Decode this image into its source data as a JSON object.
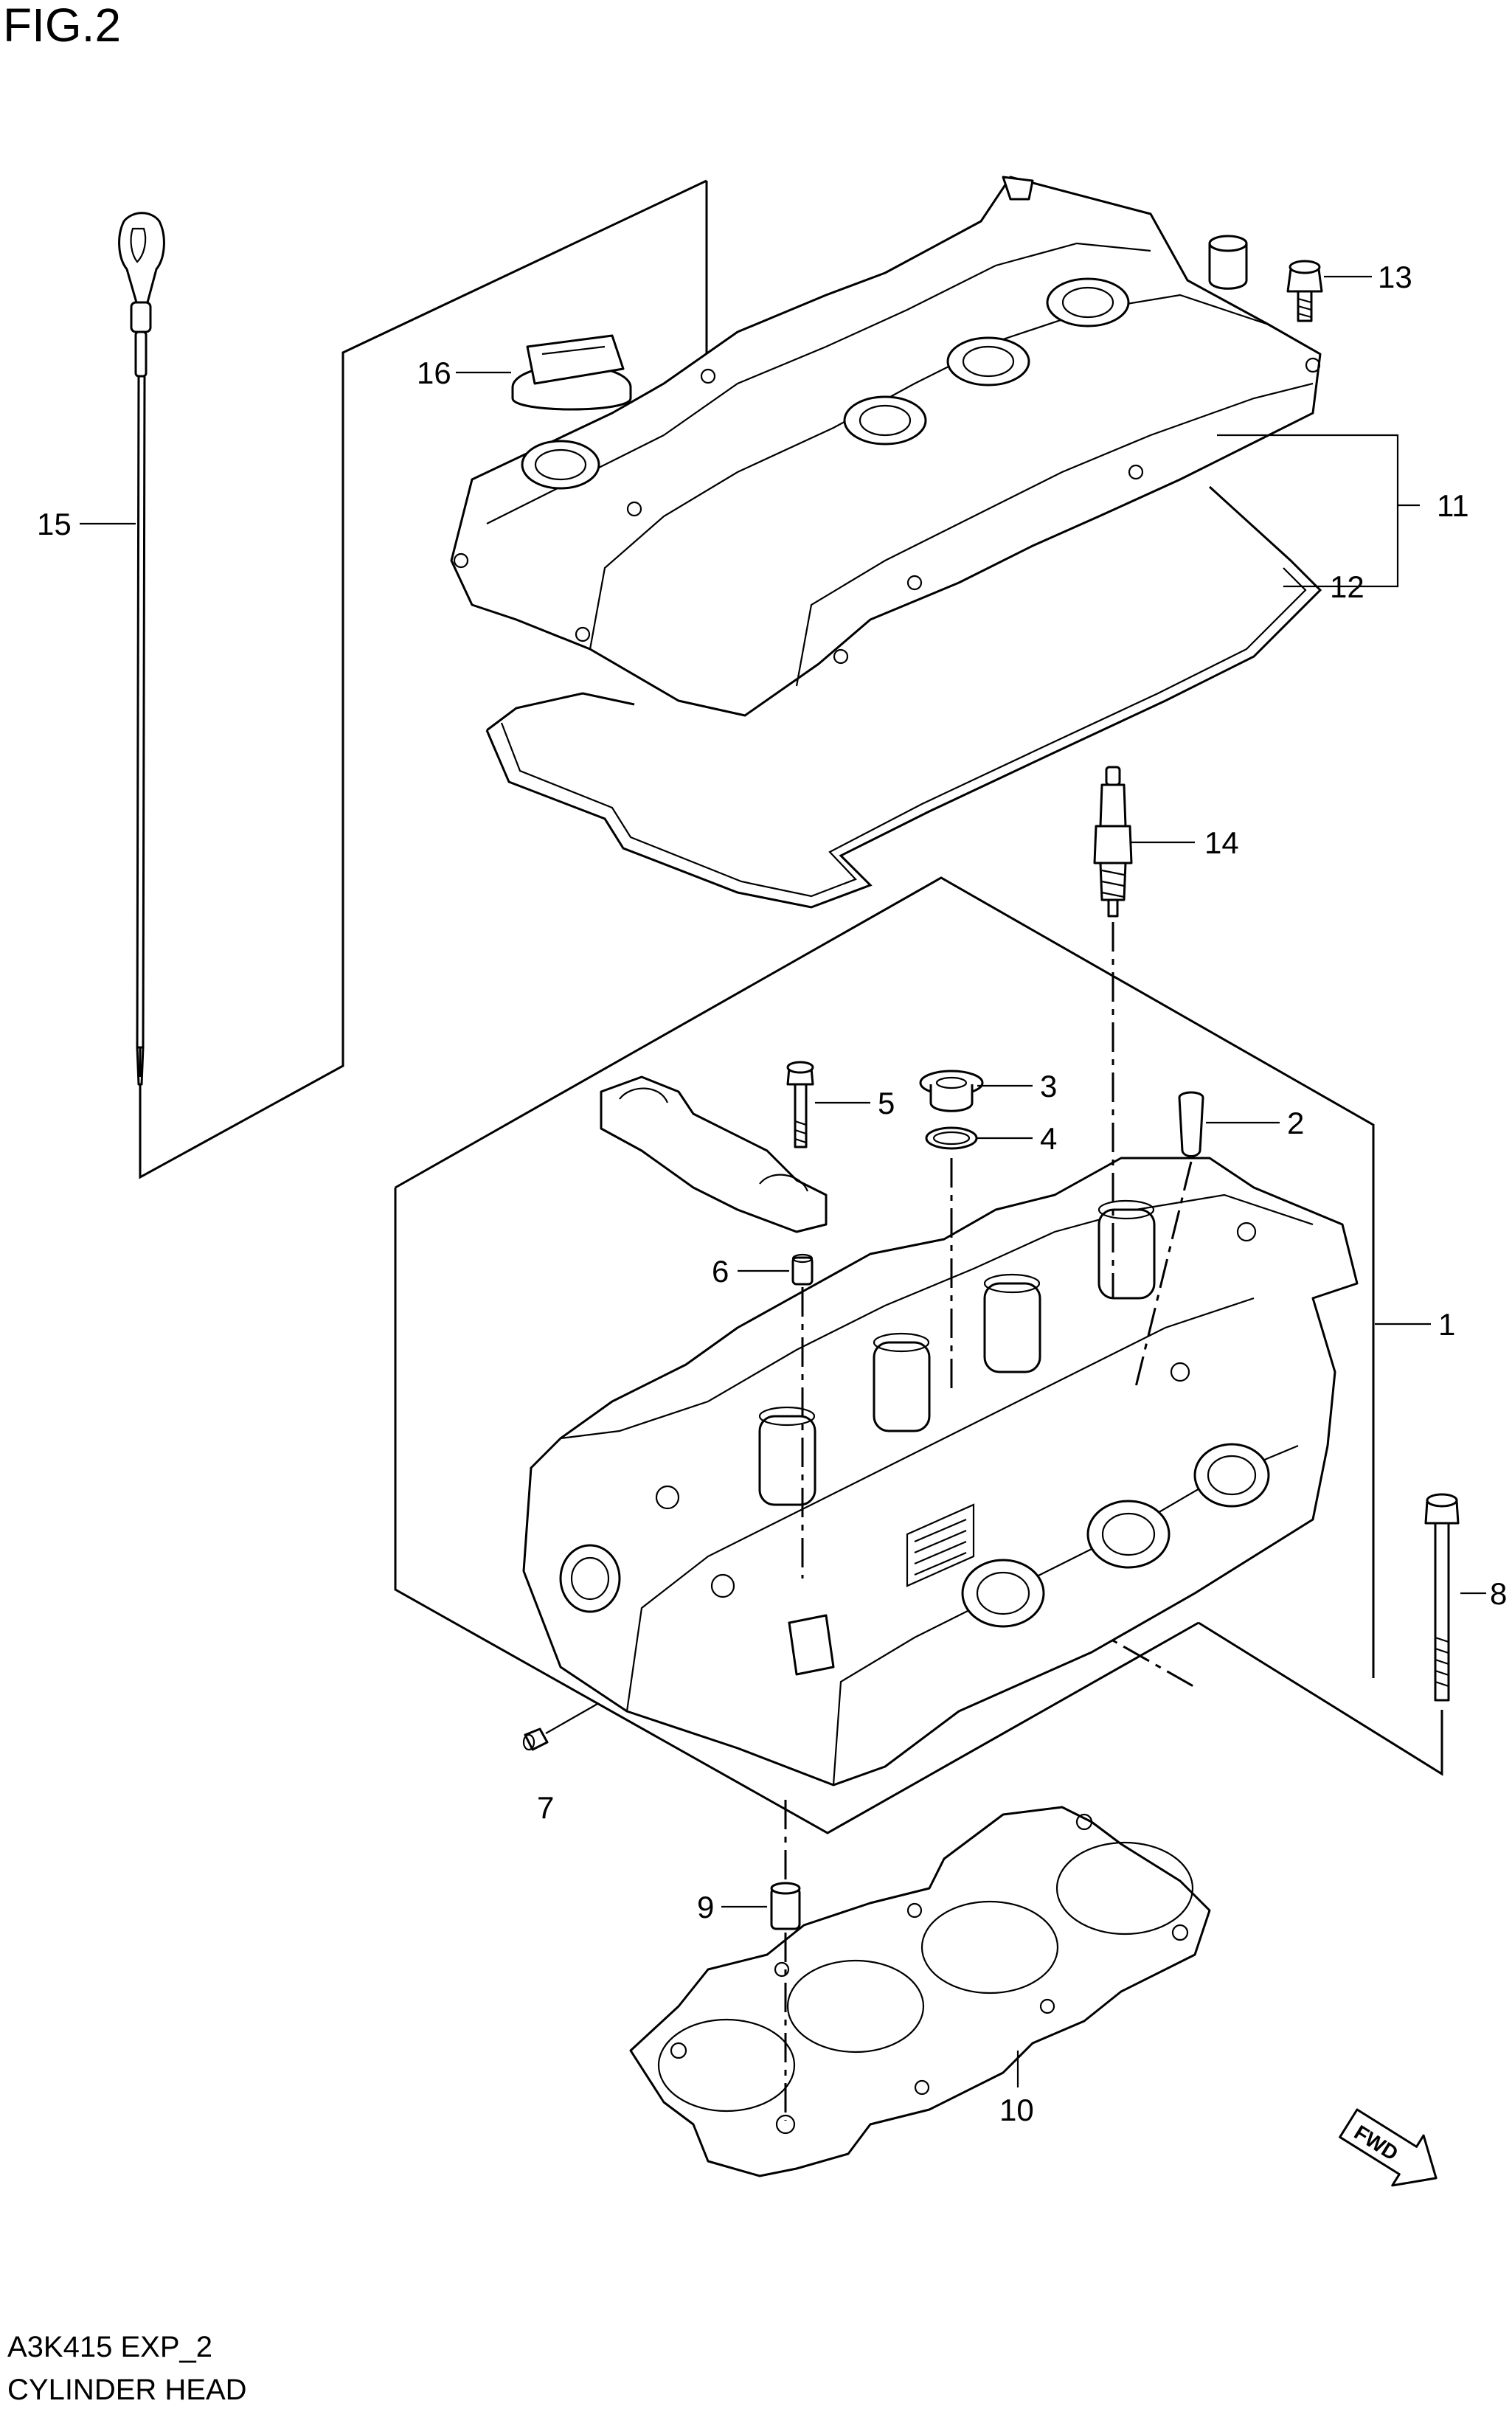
{
  "figure": {
    "title": "FIG.2",
    "code": "A3K415 EXP_2",
    "name": "CYLINDER HEAD"
  },
  "callouts": [
    {
      "id": "1",
      "label": "1"
    },
    {
      "id": "2",
      "label": "2"
    },
    {
      "id": "3",
      "label": "3"
    },
    {
      "id": "4",
      "label": "4"
    },
    {
      "id": "5",
      "label": "5"
    },
    {
      "id": "6",
      "label": "6"
    },
    {
      "id": "7",
      "label": "7"
    },
    {
      "id": "8",
      "label": "8"
    },
    {
      "id": "9",
      "label": "9"
    },
    {
      "id": "10",
      "label": "10"
    },
    {
      "id": "11",
      "label": "11"
    },
    {
      "id": "12",
      "label": "12"
    },
    {
      "id": "13",
      "label": "13"
    },
    {
      "id": "14",
      "label": "14"
    },
    {
      "id": "15",
      "label": "15"
    },
    {
      "id": "16",
      "label": "16"
    }
  ],
  "fwd_badge": {
    "label": "FWD",
    "icon": "fwd-arrow-icon"
  }
}
